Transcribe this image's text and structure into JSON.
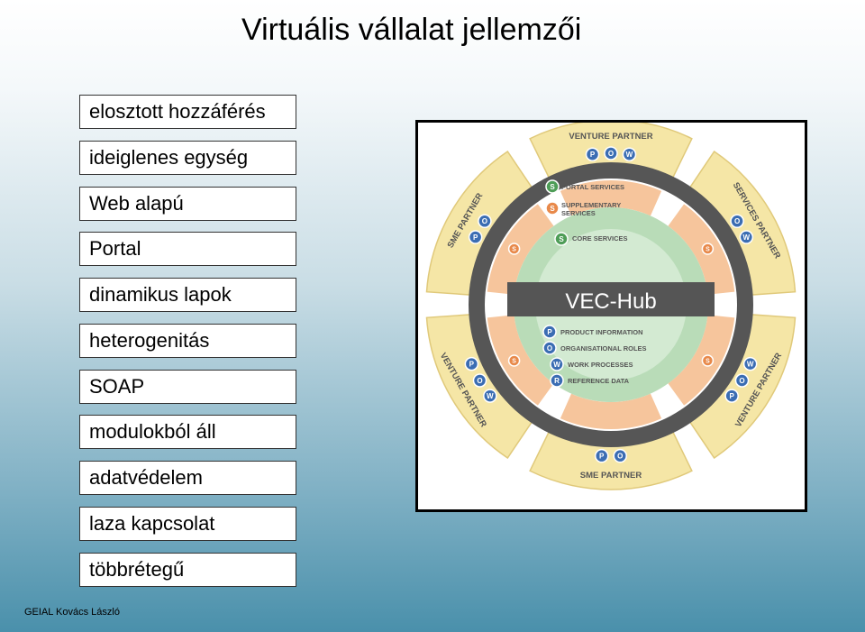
{
  "title": "Virtuális vállalat jellemzői",
  "features": [
    "elosztott hozzáférés",
    "ideiglenes egység",
    "Web alapú",
    "Portal",
    "dinamikus lapok",
    "heterogenitás",
    "SOAP",
    "modulokból áll",
    "adatvédelem",
    "laza kapcsolat",
    "többrétegű"
  ],
  "footer": "GEIAL Kovács László",
  "diagram": {
    "hub_label": "VEC-Hub",
    "outer_services": [
      "PORTAL SERVICES",
      "SUPPLEMENTARY",
      "SERVICES",
      "CORE SERVICES"
    ],
    "inner_items": [
      "PRODUCT INFORMATION",
      "ORGANISATIONAL ROLES",
      "WORK PROCESSES",
      "REFERENCE DATA"
    ],
    "inner_badges": [
      "P",
      "O",
      "W",
      "R"
    ],
    "service_badge": "S",
    "partners": [
      {
        "label": "VENTURE PARTNER",
        "badges": [
          "P",
          "O",
          "W"
        ]
      },
      {
        "label": "SERVICES PARTNER",
        "badges": [
          "O",
          "W"
        ]
      },
      {
        "label": "VENTURE PARTNER",
        "badges": [
          "P",
          "O",
          "W"
        ]
      },
      {
        "label": "SME PARTNER",
        "badges": [
          "P",
          "O"
        ]
      },
      {
        "label": "VENTURE PARTNER",
        "badges": [
          "P",
          "O",
          "W"
        ]
      },
      {
        "label": "SME PARTNER",
        "badges": [
          "P",
          "O"
        ]
      }
    ],
    "colors": {
      "petal": "#f5e6a6",
      "petal_stroke": "#e0c97a",
      "ring": "#565656",
      "orange": "#f6c59c",
      "green": "#b9dcb8",
      "green_inner": "#d3ead2",
      "badge": "#3b6db3",
      "badge_green": "#4e9d57",
      "badge_orange": "#e8894a",
      "hub": "#555555"
    }
  }
}
